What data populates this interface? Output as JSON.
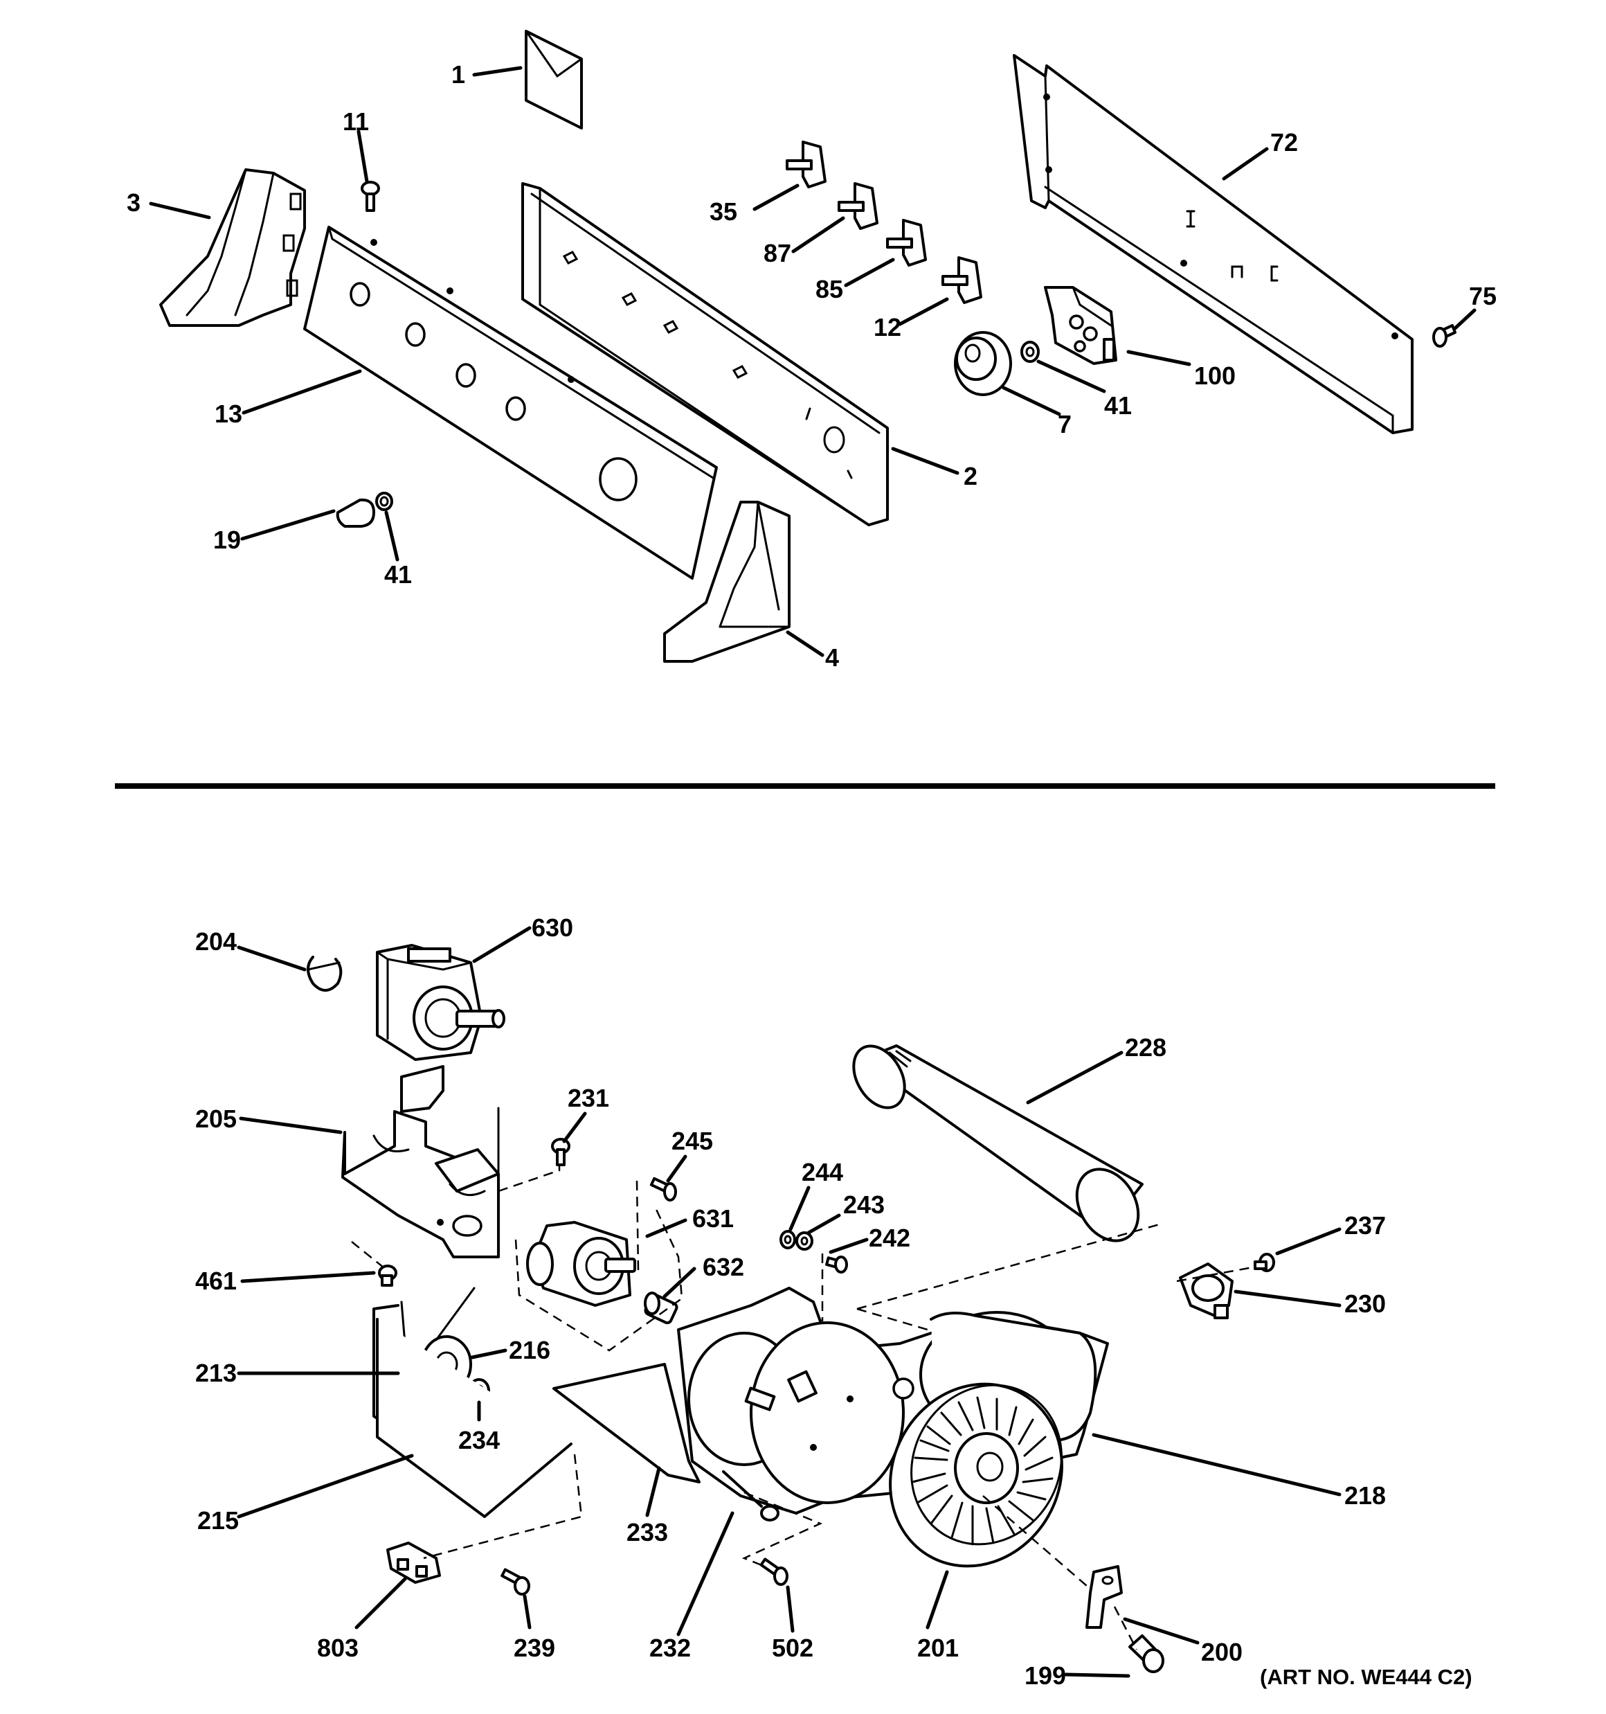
{
  "art_number": "(ART NO. WE444 C2)",
  "callouts": {
    "c1": "1",
    "c11": "11",
    "c3": "3",
    "c13": "13",
    "c19": "19",
    "c41a": "41",
    "c4": "4",
    "c2": "2",
    "c35": "35",
    "c87": "87",
    "c85": "85",
    "c12": "12",
    "c72": "72",
    "c75": "75",
    "c100": "100",
    "c41b": "41",
    "c7": "7",
    "c204": "204",
    "c630": "630",
    "c205": "205",
    "c231": "231",
    "c245": "245",
    "c631": "631",
    "c632": "632",
    "c244": "244",
    "c243": "243",
    "c242": "242",
    "c228": "228",
    "c237": "237",
    "c230": "230",
    "c461": "461",
    "c216": "216",
    "c213": "213",
    "c234": "234",
    "c215": "215",
    "c233": "233",
    "c218": "218",
    "c232": "232",
    "c502": "502",
    "c201": "201",
    "c803": "803",
    "c239": "239",
    "c200": "200",
    "c199": "199"
  }
}
